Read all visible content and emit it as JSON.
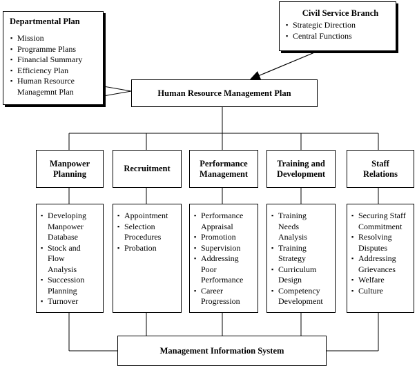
{
  "departmental_plan": {
    "title": "Departmental Plan",
    "items": [
      "Mission",
      "Programme Plans",
      "Financial Summary",
      "Efficiency Plan",
      "Human Resource Managemnt Plan"
    ]
  },
  "civil_service_branch": {
    "title": "Civil Service Branch",
    "items": [
      "Strategic Direction",
      "Central Functions"
    ]
  },
  "hrm_plan": {
    "title": "Human Resource Management Plan"
  },
  "functions": [
    {
      "title": "Manpower Planning",
      "items": [
        "Developing Manpower Database",
        "Stock and Flow Analysis",
        "Succession Planning",
        "Turnover"
      ]
    },
    {
      "title": "Recruitment",
      "items": [
        "Appointment",
        "Selection Procedures",
        "Probation"
      ]
    },
    {
      "title": "Performance Management",
      "items": [
        "Performance Appraisal",
        "Promotion",
        "Supervision",
        "Addressing Poor Performance",
        "Career Progression"
      ]
    },
    {
      "title": "Training and Development",
      "items": [
        "Training Needs Analysis",
        "Training Strategy",
        "Curriculum Design",
        "Competency Development"
      ]
    },
    {
      "title": "Staff Relations",
      "items": [
        "Securing Staff Commitment",
        "Resolving Disputes",
        "Addressing Grievances",
        "Welfare",
        "Culture"
      ]
    }
  ],
  "mis": {
    "title": "Management Information System"
  }
}
